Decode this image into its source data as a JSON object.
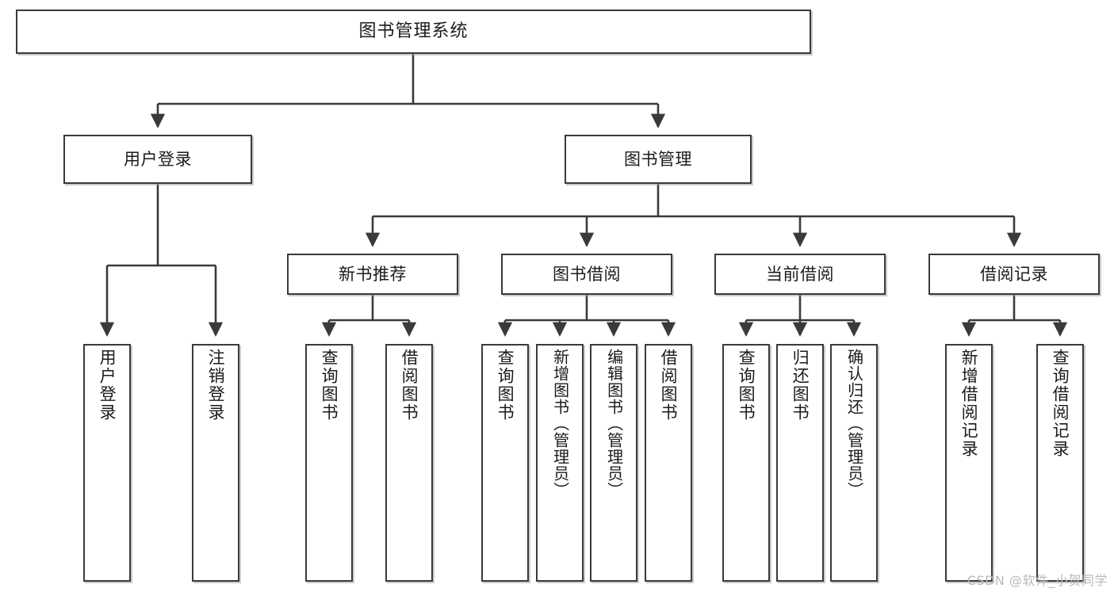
{
  "diagram": {
    "title": "图书管理系统",
    "type": "tree",
    "watermark": "CSDN @软件_小贺同学",
    "colors": {
      "box_border": "#3a3a3a",
      "box_fill": "#ffffff",
      "edge": "#3a3a3a",
      "text": "#1b1b1b",
      "watermark": "#b9b9b9"
    },
    "levels": {
      "level1": "root",
      "level2": "modules",
      "level3": "submodules",
      "level4": "operations"
    },
    "nodes": {
      "root": {
        "label": "图书管理系统"
      },
      "user_login": {
        "label": "用户登录"
      },
      "book_manage": {
        "label": "图书管理"
      },
      "new_book_rec": {
        "label": "新书推荐"
      },
      "book_borrow": {
        "label": "图书借阅"
      },
      "current_borrow": {
        "label": "当前借阅"
      },
      "borrow_record": {
        "label": "借阅记录"
      },
      "leaf_user_login": {
        "label": "用户登录"
      },
      "leaf_logout": {
        "label": "注销登录"
      },
      "leaf_query_book_a": {
        "label": "查询图书"
      },
      "leaf_borrow_book_a": {
        "label": "借阅图书"
      },
      "leaf_query_book_b": {
        "label": "查询图书"
      },
      "leaf_add_book": {
        "label": "新增图书（管理员）"
      },
      "leaf_edit_book": {
        "label": "编辑图书（管理员）"
      },
      "leaf_borrow_book_b": {
        "label": "借阅图书"
      },
      "leaf_query_book_c": {
        "label": "查询图书"
      },
      "leaf_return_book": {
        "label": "归还图书"
      },
      "leaf_confirm_return": {
        "label": "确认归还（管理员）"
      },
      "leaf_add_record": {
        "label": "新增借阅记录"
      },
      "leaf_query_record": {
        "label": "查询借阅记录"
      }
    }
  }
}
